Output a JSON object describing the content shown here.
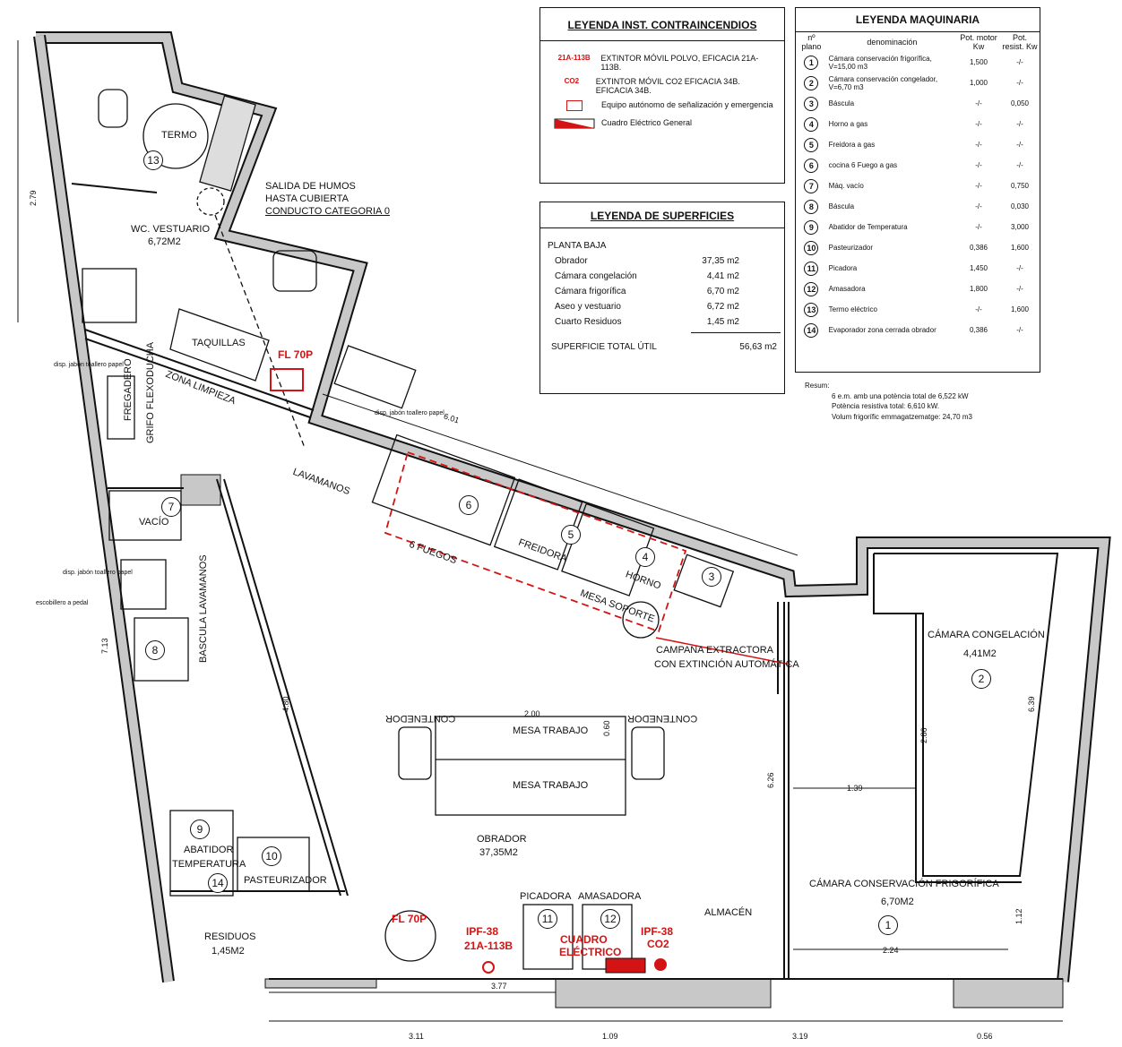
{
  "fire_legend": {
    "title": "LEYENDA INST. CONTRAINCENDIOS",
    "items": [
      {
        "icon": "powder-extinguisher-icon",
        "symbol": "21A-113B",
        "text": "EXTINTOR MÓVIL POLVO, EFICACIA 21A-113B."
      },
      {
        "icon": "co2-extinguisher-icon",
        "symbol": "CO2",
        "text": "EXTINTOR MÓVIL CO2 EFICACIA 34B. EFICACIA 34B."
      },
      {
        "icon": "emergency-light-icon",
        "symbol": "",
        "text": "Equipo autónomo de señalización y emergencia"
      },
      {
        "icon": "electric-panel-icon",
        "symbol": "",
        "text": "Cuadro Eléctrico General"
      }
    ]
  },
  "surface_legend": {
    "title": "LEYENDA DE SUPERFICIES",
    "section": "PLANTA BAJA",
    "rows": [
      {
        "name": "Obrador",
        "value": "37,35 m2"
      },
      {
        "name": "Cámara congelación",
        "value": "4,41 m2"
      },
      {
        "name": "Cámara frigorífica",
        "value": "6,70 m2"
      },
      {
        "name": "Aseo y vestuario",
        "value": "6,72 m2"
      },
      {
        "name": "Cuarto Residuos",
        "value": "1,45 m2"
      }
    ],
    "total_label": "SUPERFICIE TOTAL ÚTIL",
    "total_value": "56,63 m2"
  },
  "machinery_legend": {
    "title": "LEYENDA MAQUINARIA",
    "headers": {
      "num": "nº plano",
      "name": "denominación",
      "motor": "Pot. motor Kw",
      "resist": "Pot. resist. Kw"
    },
    "rows": [
      {
        "n": "1",
        "name": "Cámara conservación frigorífica, V=15,00 m3",
        "motor": "1,500",
        "resist": "-/-"
      },
      {
        "n": "2",
        "name": "Cámara conservación congelador, V=6,70 m3",
        "motor": "1,000",
        "resist": "-/-"
      },
      {
        "n": "3",
        "name": "Báscula",
        "motor": "-/-",
        "resist": "0,050"
      },
      {
        "n": "4",
        "name": "Horno a gas",
        "motor": "-/-",
        "resist": "-/-"
      },
      {
        "n": "5",
        "name": "Freidora a gas",
        "motor": "-/-",
        "resist": "-/-"
      },
      {
        "n": "6",
        "name": "cocina 6 Fuego a gas",
        "motor": "-/-",
        "resist": "-/-"
      },
      {
        "n": "7",
        "name": "Máq. vacío",
        "motor": "-/-",
        "resist": "0,750"
      },
      {
        "n": "8",
        "name": "Báscula",
        "motor": "-/-",
        "resist": "0,030"
      },
      {
        "n": "9",
        "name": "Abatidor de Temperatura",
        "motor": "-/-",
        "resist": "3,000"
      },
      {
        "n": "10",
        "name": "Pasteurizador",
        "motor": "0,386",
        "resist": "1,600"
      },
      {
        "n": "11",
        "name": "Picadora",
        "motor": "1,450",
        "resist": "-/-"
      },
      {
        "n": "12",
        "name": "Amasadora",
        "motor": "1,800",
        "resist": "-/-"
      },
      {
        "n": "13",
        "name": "Termo eléctrico",
        "motor": "-/-",
        "resist": "1,600"
      },
      {
        "n": "14",
        "name": "Evaporador zona cerrada obrador",
        "motor": "0,386",
        "resist": "-/-"
      }
    ],
    "summary_title": "Resum:",
    "summary": [
      "6 e.m. amb una potència total de 6,522 kW",
      "Potència resistiva total: 6,610 kW.",
      "Volum frigorífic emmagatzematge: 24,70 m3"
    ]
  },
  "plan": {
    "rooms": {
      "termo": "TERMO",
      "wc": "WC. VESTUARIO",
      "wc_area": "6,72M2",
      "taquillas": "TAQUILLAS",
      "zona_limpieza": "ZONA LIMPIEZA",
      "fregadero": "FREGADERO",
      "grifo": "GRIFO FLEXODUCHA",
      "lavamanos": "LAVAMANOS",
      "fuegos": "6 FUEGOS",
      "freidora": "FREIDORA",
      "horno": "HORNO",
      "mesa_soporte": "MESA SOPORTE",
      "vacio": "VACÍO",
      "bascula": "BASCULA  LAVAMANOS",
      "contenedor": "CONTENEDOR",
      "mesa1": "MESA TRABAJO",
      "mesa2": "MESA TRABAJO",
      "obrador": "OBRADOR",
      "obrador_area": "37,35M2",
      "abatidor": "ABATIDOR",
      "temperatura": "TEMPERATURA",
      "pasteurizador": "PASTEURIZADOR",
      "residuos": "RESIDUOS",
      "residuos_area": "1,45M2",
      "picadora": "PICADORA",
      "amasadora": "AMASADORA",
      "almacen": "ALMACÉN",
      "congelacion": "CÁMARA CONGELACIÓN",
      "congelacion_area": "4,41M2",
      "conservacion": "CÁMARA CONSERVACIÓN FRIGORÍFICA",
      "conservacion_area": "6,70M2"
    },
    "notes": {
      "humos": [
        "SALIDA DE HUMOS",
        "HASTA CUBIERTA",
        "CONDUCTO CATEGORIA 0"
      ],
      "campana": [
        "CAMPANA EXTRACTORA",
        "CON EXTINCIÓN AUTOMÁTICA"
      ],
      "disp": "disp. jabón toallero papel",
      "escobillero": "escobillero a pedal"
    },
    "fire": {
      "fl1": "FL 70P",
      "fl2": "FL 70P",
      "ipf1": "IPF-38",
      "ipf1b": "21A-113B",
      "cuadro1": "CUADRO",
      "cuadro2": "ELÉCTRICO",
      "ipf2": "IPF-38",
      "ipf2b": "CO2"
    },
    "dimensions": {
      "d311": "3.11",
      "d109": "1.09",
      "d319": "3.19",
      "d056": "0.56",
      "d377": "3.77",
      "d224": "2.24",
      "d139": "1.39",
      "d286": "2.86",
      "d639": "6.39",
      "d112": "1.12",
      "d626": "6.26",
      "d480": "4.80",
      "d713": "7.13",
      "d279": "2.79",
      "d601": "6.01",
      "d200": "2.00",
      "d060": "0.60"
    },
    "wall_color": "#c8c8c8",
    "red": "#d41414"
  }
}
